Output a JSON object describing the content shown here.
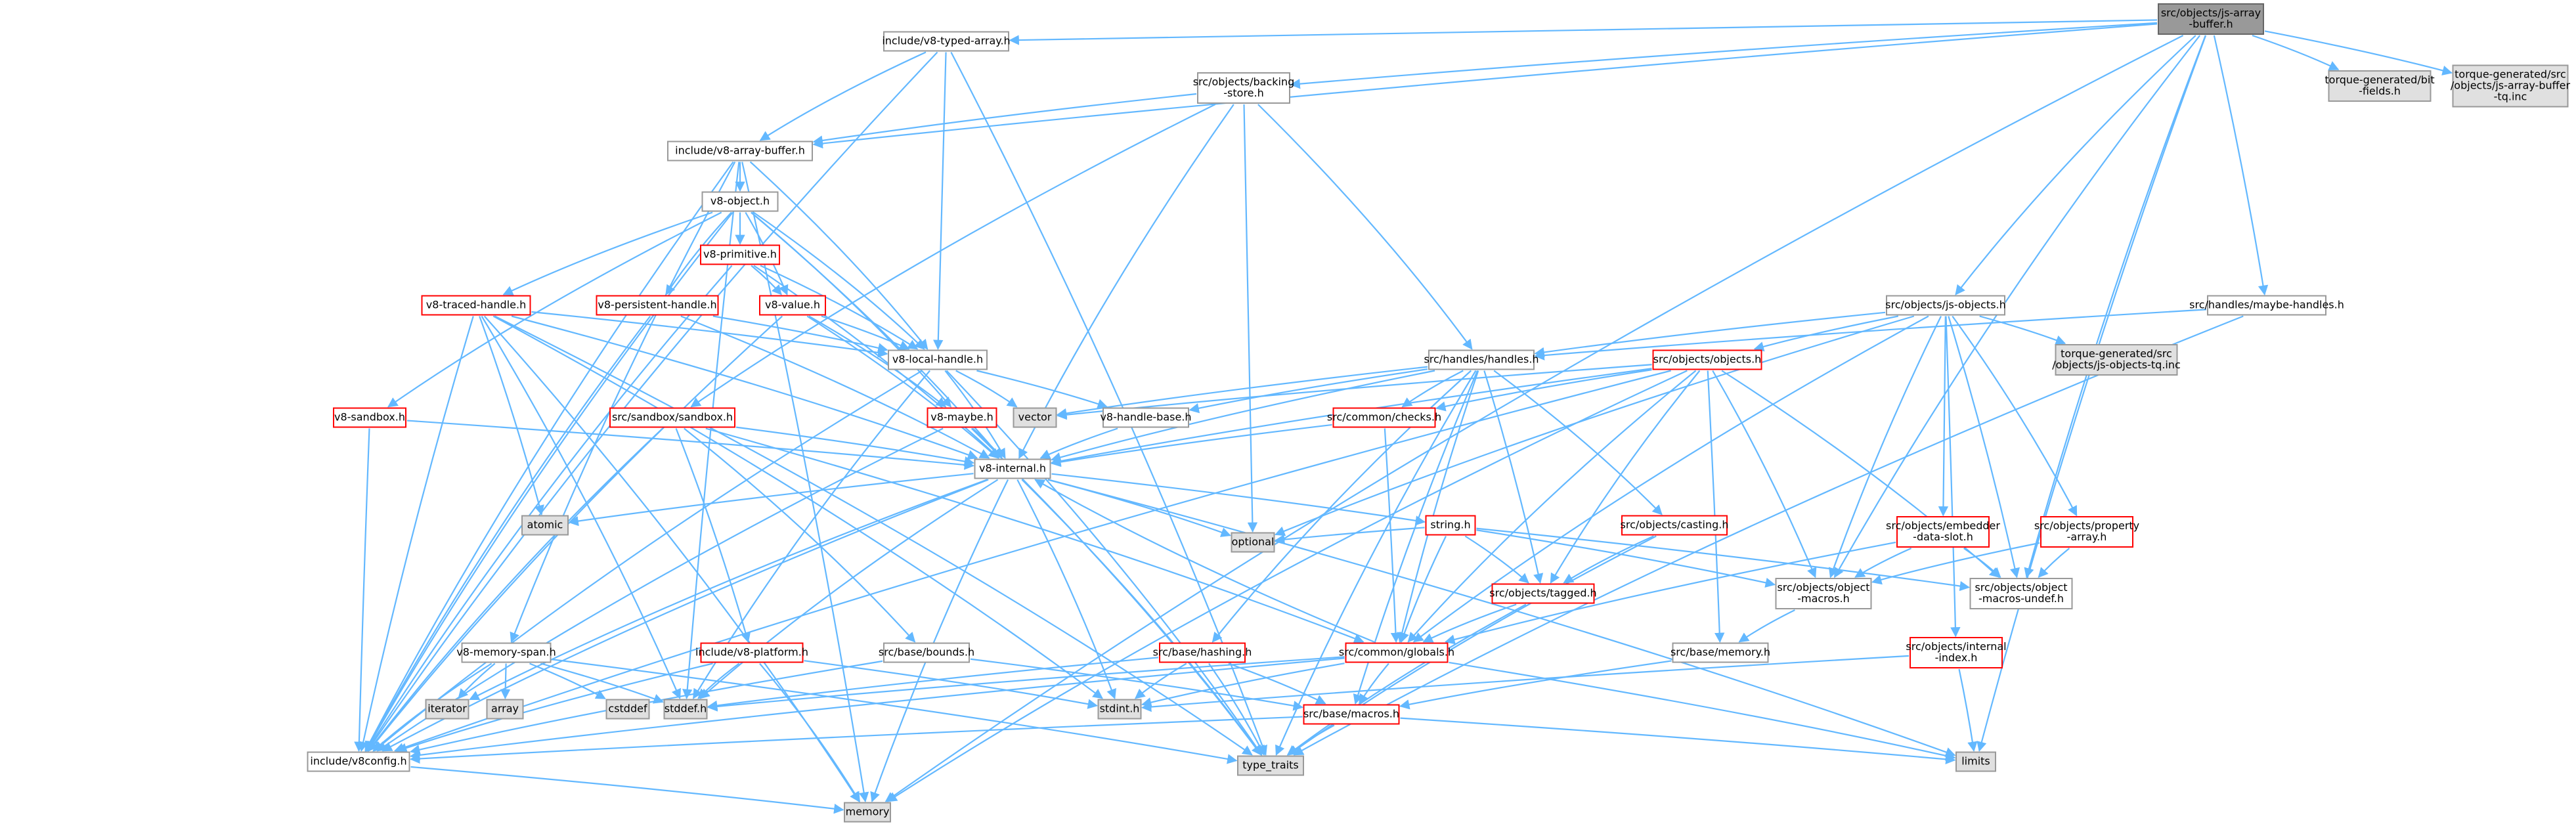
{
  "root": "src/objects/js-array-buffer.h",
  "nodes": [
    {
      "id": "root",
      "lines": [
        "src/objects/js-array",
        "-buffer.h"
      ],
      "kind": "root"
    },
    {
      "id": "typedarray",
      "lines": [
        "include/v8-typed-array.h"
      ],
      "kind": "linked"
    },
    {
      "id": "backing",
      "lines": [
        "src/objects/backing",
        "-store.h"
      ],
      "kind": "linked"
    },
    {
      "id": "bitfields",
      "lines": [
        "torque-generated/bit",
        "-fields.h"
      ],
      "kind": "ext"
    },
    {
      "id": "tqinc",
      "lines": [
        "torque-generated/src",
        "/objects/js-array-buffer",
        "-tq.inc"
      ],
      "kind": "ext"
    },
    {
      "id": "arraybuffer",
      "lines": [
        "include/v8-array-buffer.h"
      ],
      "kind": "linked"
    },
    {
      "id": "v8object",
      "lines": [
        "v8-object.h"
      ],
      "kind": "linked"
    },
    {
      "id": "v8primitive",
      "lines": [
        "v8-primitive.h"
      ],
      "kind": "red"
    },
    {
      "id": "v8traced",
      "lines": [
        "v8-traced-handle.h"
      ],
      "kind": "red"
    },
    {
      "id": "v8persistent",
      "lines": [
        "v8-persistent-handle.h"
      ],
      "kind": "red"
    },
    {
      "id": "v8value",
      "lines": [
        "v8-value.h"
      ],
      "kind": "red"
    },
    {
      "id": "v8local",
      "lines": [
        "v8-local-handle.h"
      ],
      "kind": "linked"
    },
    {
      "id": "v8sandbox",
      "lines": [
        "v8-sandbox.h"
      ],
      "kind": "red"
    },
    {
      "id": "sandbox",
      "lines": [
        "src/sandbox/sandbox.h"
      ],
      "kind": "red"
    },
    {
      "id": "v8maybe",
      "lines": [
        "v8-maybe.h"
      ],
      "kind": "red"
    },
    {
      "id": "vector",
      "lines": [
        "vector"
      ],
      "kind": "ext"
    },
    {
      "id": "handlebase",
      "lines": [
        "v8-handle-base.h"
      ],
      "kind": "linked"
    },
    {
      "id": "v8internal",
      "lines": [
        "v8-internal.h"
      ],
      "kind": "linked"
    },
    {
      "id": "atomic",
      "lines": [
        "atomic"
      ],
      "kind": "ext"
    },
    {
      "id": "jsobjects",
      "lines": [
        "src/objects/js-objects.h"
      ],
      "kind": "linked"
    },
    {
      "id": "maybehandles",
      "lines": [
        "src/handles/maybe-handles.h"
      ],
      "kind": "linked"
    },
    {
      "id": "handles",
      "lines": [
        "src/handles/handles.h"
      ],
      "kind": "linked"
    },
    {
      "id": "objects",
      "lines": [
        "src/objects/objects.h"
      ],
      "kind": "red"
    },
    {
      "id": "jsobjtq",
      "lines": [
        "torque-generated/src",
        "/objects/js-objects-tq.inc"
      ],
      "kind": "ext"
    },
    {
      "id": "checks",
      "lines": [
        "src/common/checks.h"
      ],
      "kind": "red"
    },
    {
      "id": "string",
      "lines": [
        "string.h"
      ],
      "kind": "red"
    },
    {
      "id": "casting",
      "lines": [
        "src/objects/casting.h"
      ],
      "kind": "red"
    },
    {
      "id": "embedder",
      "lines": [
        "src/objects/embedder",
        "-data-slot.h"
      ],
      "kind": "red"
    },
    {
      "id": "property",
      "lines": [
        "src/objects/property",
        "-array.h"
      ],
      "kind": "red"
    },
    {
      "id": "optional",
      "lines": [
        "optional"
      ],
      "kind": "ext"
    },
    {
      "id": "tagged",
      "lines": [
        "src/objects/tagged.h"
      ],
      "kind": "red"
    },
    {
      "id": "objmacros",
      "lines": [
        "src/objects/object",
        "-macros.h"
      ],
      "kind": "linked"
    },
    {
      "id": "objmacrosundef",
      "lines": [
        "src/objects/object",
        "-macros-undef.h"
      ],
      "kind": "linked"
    },
    {
      "id": "memoryspan",
      "lines": [
        "v8-memory-span.h"
      ],
      "kind": "linked"
    },
    {
      "id": "v8platform",
      "lines": [
        "include/v8-platform.h"
      ],
      "kind": "red"
    },
    {
      "id": "bounds",
      "lines": [
        "src/base/bounds.h"
      ],
      "kind": "linked"
    },
    {
      "id": "hashing",
      "lines": [
        "src/base/hashing.h"
      ],
      "kind": "red"
    },
    {
      "id": "globals",
      "lines": [
        "src/common/globals.h"
      ],
      "kind": "red"
    },
    {
      "id": "basememory",
      "lines": [
        "src/base/memory.h"
      ],
      "kind": "linked"
    },
    {
      "id": "internalindex",
      "lines": [
        "src/objects/internal",
        "-index.h"
      ],
      "kind": "red"
    },
    {
      "id": "iterator",
      "lines": [
        "iterator"
      ],
      "kind": "ext"
    },
    {
      "id": "array",
      "lines": [
        "array"
      ],
      "kind": "ext"
    },
    {
      "id": "cstddef",
      "lines": [
        "cstddef"
      ],
      "kind": "ext"
    },
    {
      "id": "stddef",
      "lines": [
        "stddef.h"
      ],
      "kind": "ext"
    },
    {
      "id": "stdint",
      "lines": [
        "stdint.h"
      ],
      "kind": "ext"
    },
    {
      "id": "macros",
      "lines": [
        "src/base/macros.h"
      ],
      "kind": "red"
    },
    {
      "id": "limits",
      "lines": [
        "limits"
      ],
      "kind": "ext"
    },
    {
      "id": "v8config",
      "lines": [
        "include/v8config.h"
      ],
      "kind": "linked"
    },
    {
      "id": "typetraits",
      "lines": [
        "type_traits"
      ],
      "kind": "ext"
    },
    {
      "id": "memory",
      "lines": [
        "memory"
      ],
      "kind": "ext"
    }
  ],
  "edges": [
    [
      "root",
      "typedarray"
    ],
    [
      "root",
      "backing"
    ],
    [
      "root",
      "bitfields"
    ],
    [
      "root",
      "tqinc"
    ],
    [
      "root",
      "arraybuffer"
    ],
    [
      "root",
      "jsobjects"
    ],
    [
      "root",
      "maybehandles"
    ],
    [
      "root",
      "objmacros"
    ],
    [
      "root",
      "objmacrosundef"
    ],
    [
      "root",
      "limits"
    ],
    [
      "root",
      "memory"
    ],
    [
      "typedarray",
      "arraybuffer"
    ],
    [
      "typedarray",
      "v8local"
    ],
    [
      "typedarray",
      "v8config"
    ],
    [
      "typedarray",
      "typetraits"
    ],
    [
      "backing",
      "arraybuffer"
    ],
    [
      "backing",
      "sandbox"
    ],
    [
      "backing",
      "handles"
    ],
    [
      "backing",
      "optional"
    ],
    [
      "backing",
      "v8internal"
    ],
    [
      "arraybuffer",
      "v8object"
    ],
    [
      "arraybuffer",
      "v8local"
    ],
    [
      "arraybuffer",
      "memoryspan"
    ],
    [
      "arraybuffer",
      "v8config"
    ],
    [
      "arraybuffer",
      "stddef"
    ],
    [
      "arraybuffer",
      "memory"
    ],
    [
      "v8object",
      "v8primitive"
    ],
    [
      "v8object",
      "v8traced"
    ],
    [
      "v8object",
      "v8persistent"
    ],
    [
      "v8object",
      "v8value"
    ],
    [
      "v8object",
      "v8local"
    ],
    [
      "v8object",
      "v8sandbox"
    ],
    [
      "v8object",
      "v8maybe"
    ],
    [
      "v8object",
      "v8internal"
    ],
    [
      "v8object",
      "v8config"
    ],
    [
      "v8primitive",
      "v8value"
    ],
    [
      "v8primitive",
      "v8local"
    ],
    [
      "v8primitive",
      "v8internal"
    ],
    [
      "v8primitive",
      "v8config"
    ],
    [
      "v8traced",
      "v8local"
    ],
    [
      "v8traced",
      "v8internal"
    ],
    [
      "v8traced",
      "v8config"
    ],
    [
      "v8traced",
      "atomic"
    ],
    [
      "v8traced",
      "stddef"
    ],
    [
      "v8traced",
      "memory"
    ],
    [
      "v8traced",
      "typetraits"
    ],
    [
      "v8traced",
      "stdint"
    ],
    [
      "v8persistent",
      "v8local"
    ],
    [
      "v8persistent",
      "v8internal"
    ],
    [
      "v8persistent",
      "v8config"
    ],
    [
      "v8value",
      "v8local"
    ],
    [
      "v8value",
      "v8maybe"
    ],
    [
      "v8value",
      "v8internal"
    ],
    [
      "v8value",
      "v8config"
    ],
    [
      "v8local",
      "handlebase"
    ],
    [
      "v8local",
      "vector"
    ],
    [
      "v8local",
      "v8internal"
    ],
    [
      "v8local",
      "v8config"
    ],
    [
      "v8local",
      "stddef"
    ],
    [
      "v8local",
      "typetraits"
    ],
    [
      "v8sandbox",
      "v8internal"
    ],
    [
      "v8sandbox",
      "v8config"
    ],
    [
      "sandbox",
      "v8internal"
    ],
    [
      "sandbox",
      "v8platform"
    ],
    [
      "sandbox",
      "bounds"
    ],
    [
      "sandbox",
      "globals"
    ],
    [
      "sandbox",
      "v8config"
    ],
    [
      "v8maybe",
      "v8internal"
    ],
    [
      "v8maybe",
      "v8config"
    ],
    [
      "v8maybe",
      "typetraits"
    ],
    [
      "handlebase",
      "v8internal"
    ],
    [
      "v8internal",
      "v8config"
    ],
    [
      "v8internal",
      "atomic"
    ],
    [
      "v8internal",
      "iterator"
    ],
    [
      "v8internal",
      "limits"
    ],
    [
      "v8internal",
      "memory"
    ],
    [
      "v8internal",
      "optional"
    ],
    [
      "v8internal",
      "stddef"
    ],
    [
      "v8internal",
      "stdint"
    ],
    [
      "v8internal",
      "string"
    ],
    [
      "v8internal",
      "typetraits"
    ],
    [
      "jsobjects",
      "handles"
    ],
    [
      "jsobjects",
      "objects"
    ],
    [
      "jsobjects",
      "jsobjtq"
    ],
    [
      "jsobjects",
      "embedder"
    ],
    [
      "jsobjects",
      "property"
    ],
    [
      "jsobjects",
      "objmacros"
    ],
    [
      "jsobjects",
      "objmacrosundef"
    ],
    [
      "jsobjects",
      "globals"
    ],
    [
      "jsobjects",
      "optional"
    ],
    [
      "jsobjects",
      "internalindex"
    ],
    [
      "maybehandles",
      "handles"
    ],
    [
      "maybehandles",
      "typetraits"
    ],
    [
      "handles",
      "checks"
    ],
    [
      "handles",
      "globals"
    ],
    [
      "handles",
      "casting"
    ],
    [
      "handles",
      "tagged"
    ],
    [
      "handles",
      "v8internal"
    ],
    [
      "handles",
      "handlebase"
    ],
    [
      "handles",
      "vector"
    ],
    [
      "handles",
      "hashing"
    ],
    [
      "handles",
      "macros"
    ],
    [
      "handles",
      "typetraits"
    ],
    [
      "objects",
      "checks"
    ],
    [
      "objects",
      "v8internal"
    ],
    [
      "objects",
      "globals"
    ],
    [
      "objects",
      "tagged"
    ],
    [
      "objects",
      "objmacros"
    ],
    [
      "objects",
      "objmacrosundef"
    ],
    [
      "objects",
      "basememory"
    ],
    [
      "objects",
      "v8config"
    ],
    [
      "objects",
      "memory"
    ],
    [
      "objects",
      "vector"
    ],
    [
      "checks",
      "v8internal"
    ],
    [
      "checks",
      "globals"
    ],
    [
      "string",
      "optional"
    ],
    [
      "string",
      "tagged"
    ],
    [
      "string",
      "globals"
    ],
    [
      "string",
      "objmacros"
    ],
    [
      "string",
      "objmacrosundef"
    ],
    [
      "casting",
      "tagged"
    ],
    [
      "casting",
      "typetraits"
    ],
    [
      "embedder",
      "objmacros"
    ],
    [
      "embedder",
      "objmacrosundef"
    ],
    [
      "embedder",
      "globals"
    ],
    [
      "property",
      "objmacros"
    ],
    [
      "property",
      "objmacrosundef"
    ],
    [
      "tagged",
      "globals"
    ],
    [
      "tagged",
      "typetraits"
    ],
    [
      "objmacros",
      "basememory"
    ],
    [
      "memoryspan",
      "iterator"
    ],
    [
      "memoryspan",
      "array"
    ],
    [
      "memoryspan",
      "cstddef"
    ],
    [
      "memoryspan",
      "stddef"
    ],
    [
      "memoryspan",
      "typetraits"
    ],
    [
      "memoryspan",
      "v8config"
    ],
    [
      "v8platform",
      "stddef"
    ],
    [
      "v8platform",
      "stdint"
    ],
    [
      "v8platform",
      "memory"
    ],
    [
      "v8platform",
      "v8config"
    ],
    [
      "bounds",
      "macros"
    ],
    [
      "bounds",
      "v8config"
    ],
    [
      "hashing",
      "macros"
    ],
    [
      "hashing",
      "stdint"
    ],
    [
      "hashing",
      "typetraits"
    ],
    [
      "hashing",
      "stddef"
    ],
    [
      "globals",
      "macros"
    ],
    [
      "globals",
      "stdint"
    ],
    [
      "globals",
      "limits"
    ],
    [
      "globals",
      "v8internal"
    ],
    [
      "globals",
      "v8config"
    ],
    [
      "globals",
      "stddef"
    ],
    [
      "basememory",
      "macros"
    ],
    [
      "internalindex",
      "limits"
    ],
    [
      "internalindex",
      "stdint"
    ],
    [
      "macros",
      "limits"
    ],
    [
      "macros",
      "typetraits"
    ],
    [
      "macros",
      "v8config"
    ],
    [
      "v8config",
      "memory"
    ]
  ]
}
